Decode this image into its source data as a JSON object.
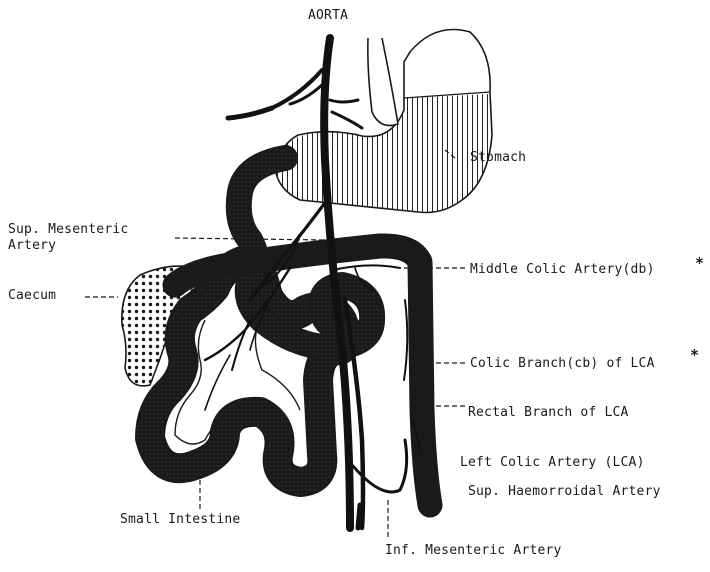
{
  "labels": {
    "aorta": "AORTA",
    "stomach": "Stomach",
    "sup_mesenteric_line1": "Sup. Mesenteric",
    "sup_mesenteric_line2": "Artery",
    "caecum": "Caecum",
    "middle_colic": "Middle Colic Artery(db)",
    "colic_branch": "Colic Branch(cb) of LCA",
    "rectal_branch": "Rectal Branch of LCA",
    "left_colic": "Left Colic Artery (LCA)",
    "sup_haemorroidal": "Sup. Haemorroidal Artery",
    "small_intestine": "Small Intestine",
    "inf_mesenteric": "Inf. Mesenteric Artery",
    "asterisk": "*"
  },
  "colors": {
    "ink": "#1a1a1a",
    "paper": "#ffffff"
  }
}
